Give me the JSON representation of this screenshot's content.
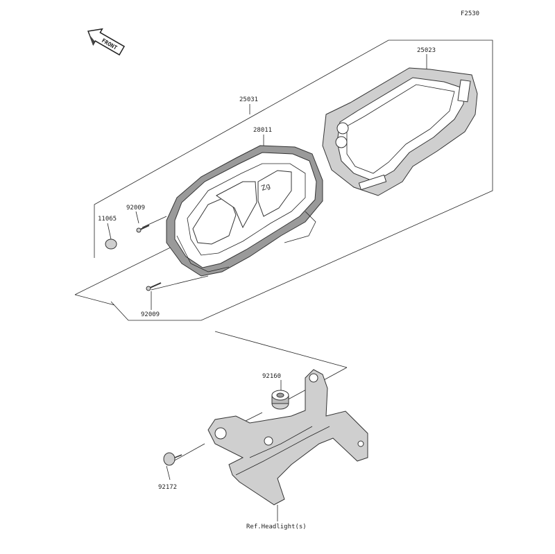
{
  "figure_code": "F2530",
  "front_arrow_text": "FRONT",
  "labels": {
    "meter_assembly": "25031",
    "case": "28011",
    "cover": "25023",
    "cap": "11065",
    "screw_upper": "92009",
    "screw_lower": "92009",
    "grommet": "92160",
    "washer": "92172",
    "ref_headlight": "Ref.Headlight(s)"
  }
}
